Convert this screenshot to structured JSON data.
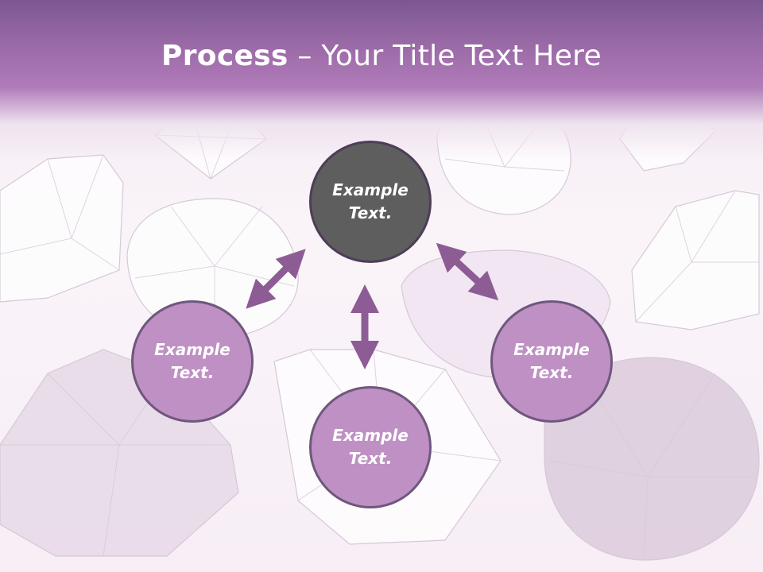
{
  "slide": {
    "title_bold": "Process",
    "title_rest": " – Your Title Text Here"
  },
  "nodes": [
    {
      "line1": "Example",
      "line2": "Text."
    },
    {
      "line1": "Example",
      "line2": "Text."
    },
    {
      "line1": "Example",
      "line2": "Text."
    },
    {
      "line1": "Example",
      "line2": "Text."
    }
  ],
  "colors": {
    "title_band": "#9a6aa6",
    "center_node": "#5e5e5e",
    "outer_node": "#bf90c4",
    "arrow": "#8e5c94",
    "background": "#f8f0f7"
  },
  "icons": [
    "double-arrow-icon"
  ]
}
